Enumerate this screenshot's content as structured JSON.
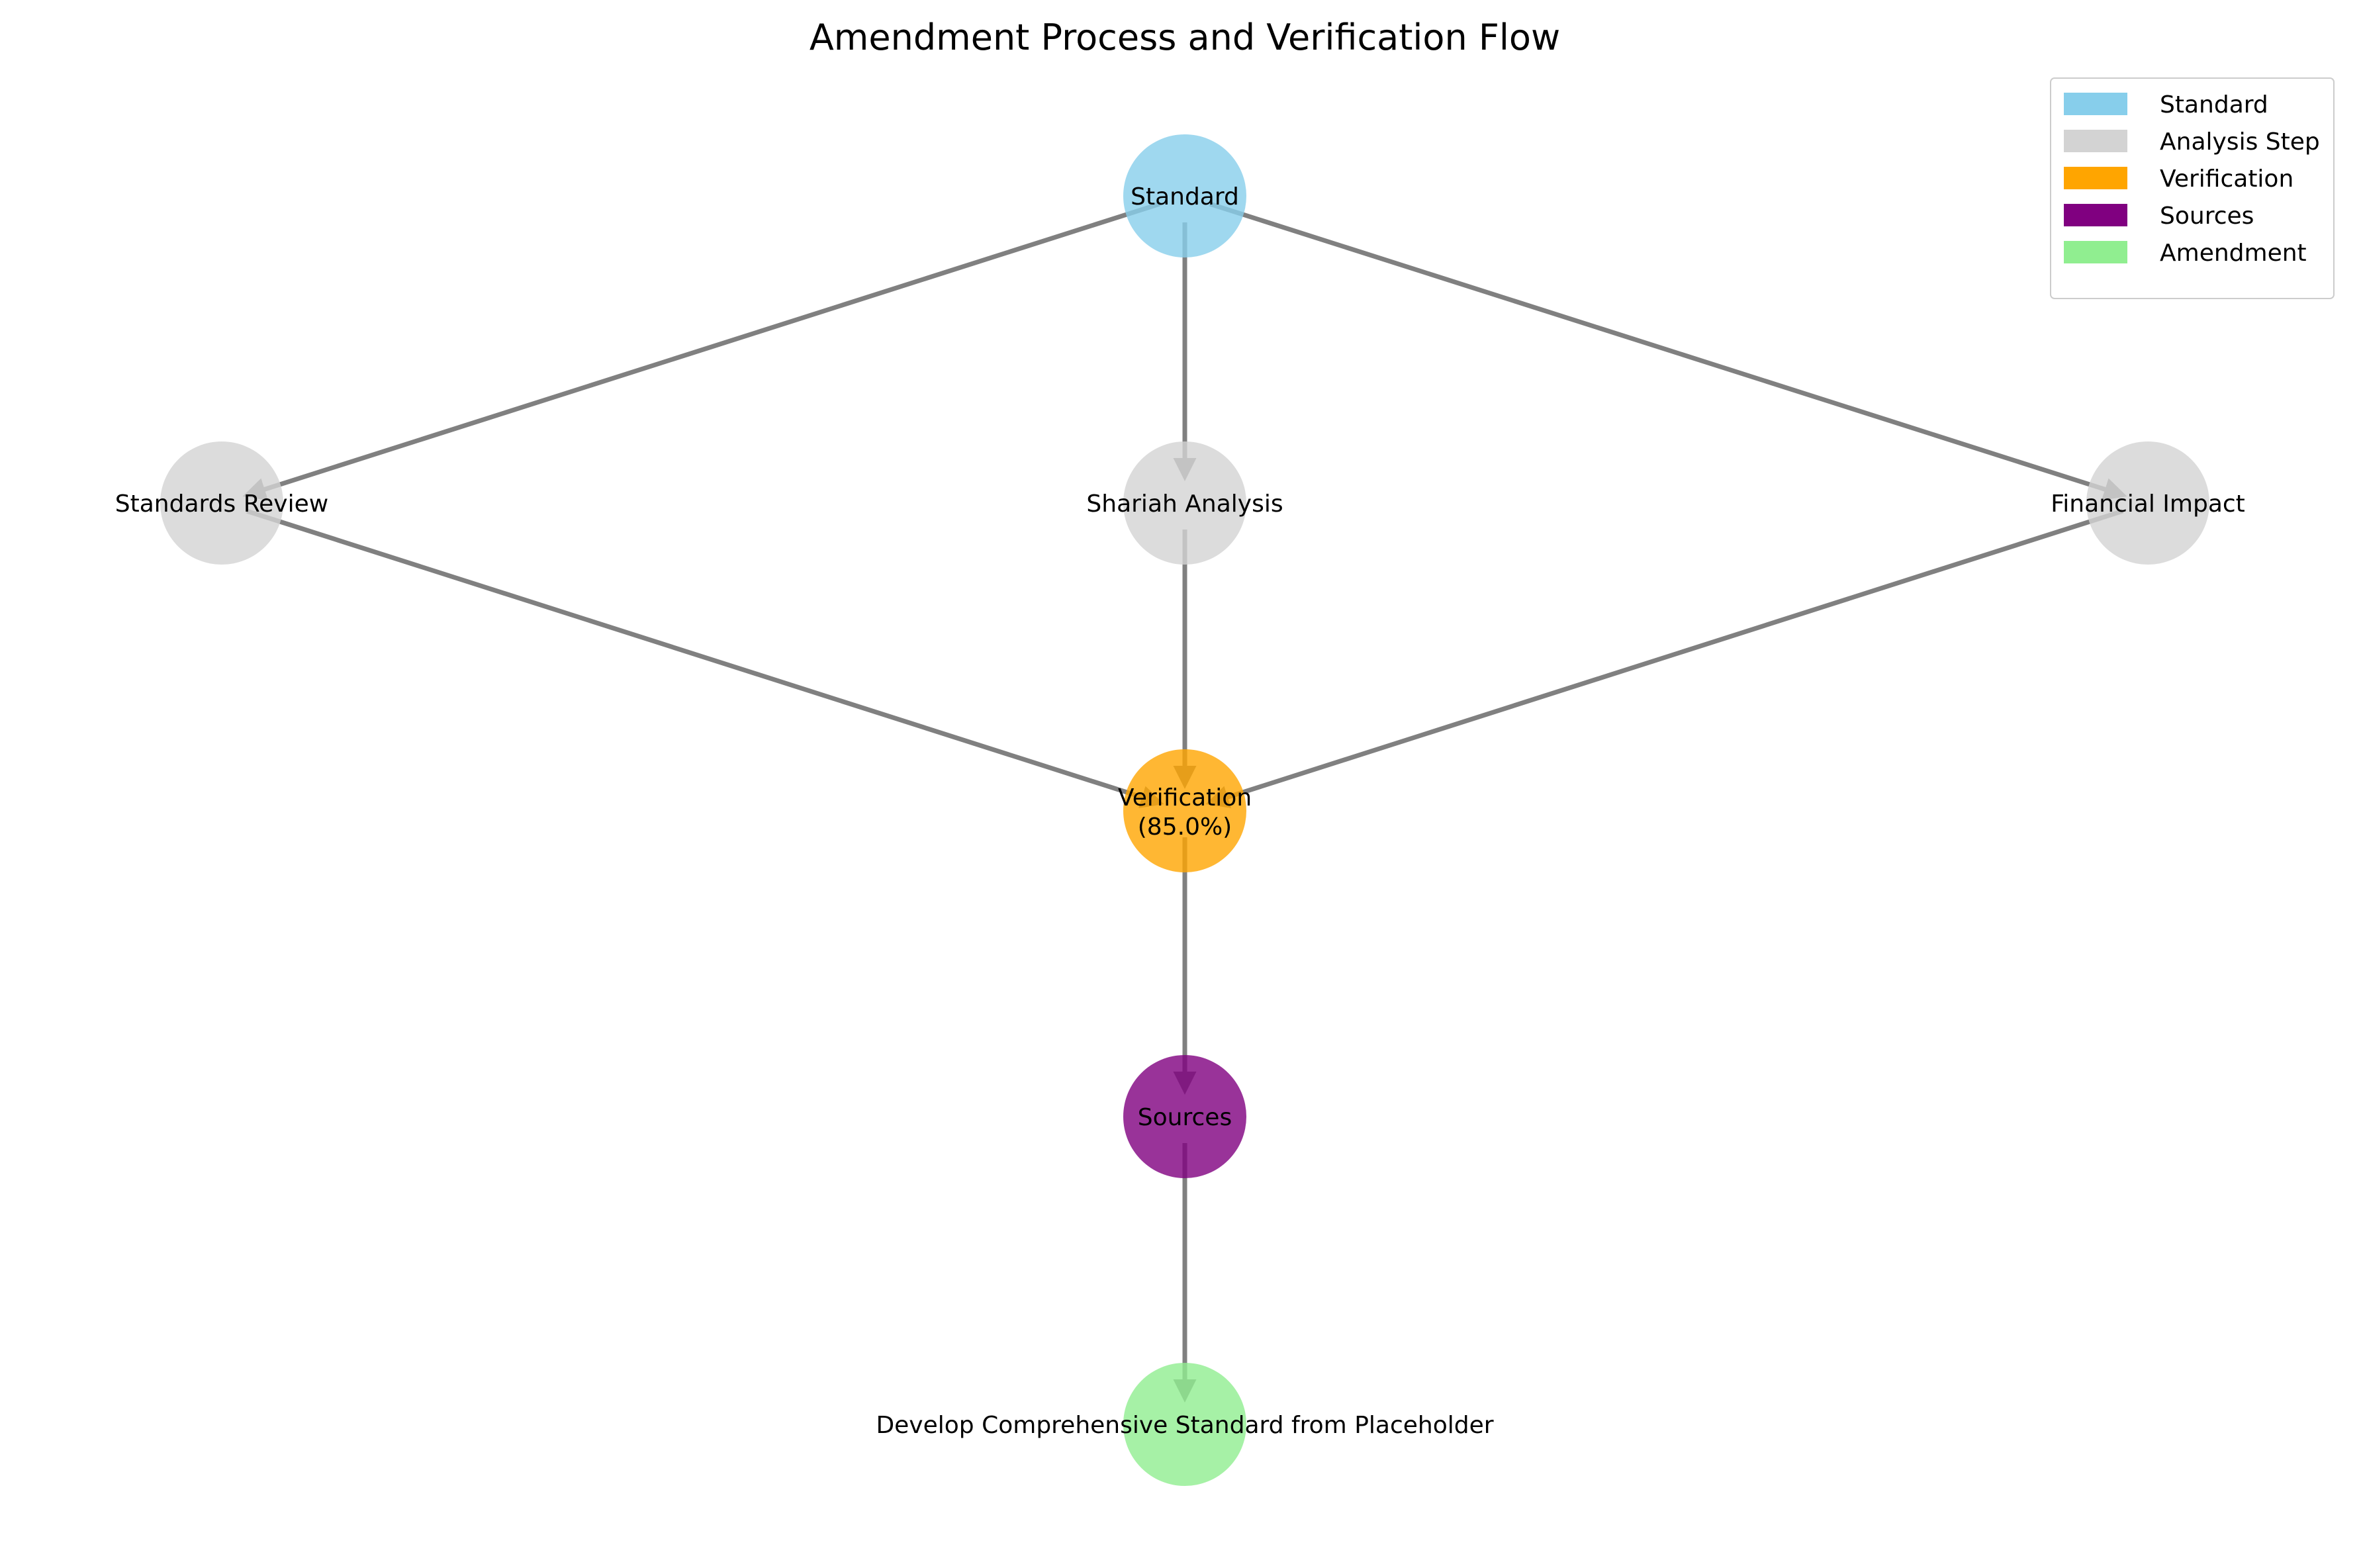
{
  "title": "Amendment Process and Verification Flow",
  "nodes": [
    {
      "id": "standard",
      "label": "Standard",
      "category": "standard",
      "color": "#87CEEB"
    },
    {
      "id": "standards-review",
      "label": "Standards Review",
      "category": "analysis",
      "color": "#D3D3D3"
    },
    {
      "id": "shariah-analysis",
      "label": "Shariah Analysis",
      "category": "analysis",
      "color": "#D3D3D3"
    },
    {
      "id": "financial-impact",
      "label": "Financial Impact",
      "category": "analysis",
      "color": "#D3D3D3"
    },
    {
      "id": "verification",
      "label": "Verification",
      "sublabel": "(85.0%)",
      "category": "verification",
      "color": "#FFA500"
    },
    {
      "id": "sources",
      "label": "Sources",
      "category": "sources",
      "color": "#800080"
    },
    {
      "id": "amendment",
      "label": "Develop Comprehensive Standard from Placeholder",
      "category": "amendment",
      "color": "#90EE90"
    }
  ],
  "edges": [
    {
      "from": "standard",
      "to": "standards-review"
    },
    {
      "from": "standard",
      "to": "shariah-analysis"
    },
    {
      "from": "standard",
      "to": "financial-impact"
    },
    {
      "from": "standards-review",
      "to": "verification"
    },
    {
      "from": "shariah-analysis",
      "to": "verification"
    },
    {
      "from": "financial-impact",
      "to": "verification"
    },
    {
      "from": "verification",
      "to": "sources"
    },
    {
      "from": "sources",
      "to": "amendment"
    }
  ],
  "edge_color": "#808080",
  "legend": {
    "items": [
      {
        "label": "Standard",
        "color": "#87CEEB"
      },
      {
        "label": "Analysis Step",
        "color": "#D3D3D3"
      },
      {
        "label": "Verification",
        "color": "#FFA500"
      },
      {
        "label": "Sources",
        "color": "#800080"
      },
      {
        "label": "Amendment",
        "color": "#90EE90"
      }
    ]
  }
}
